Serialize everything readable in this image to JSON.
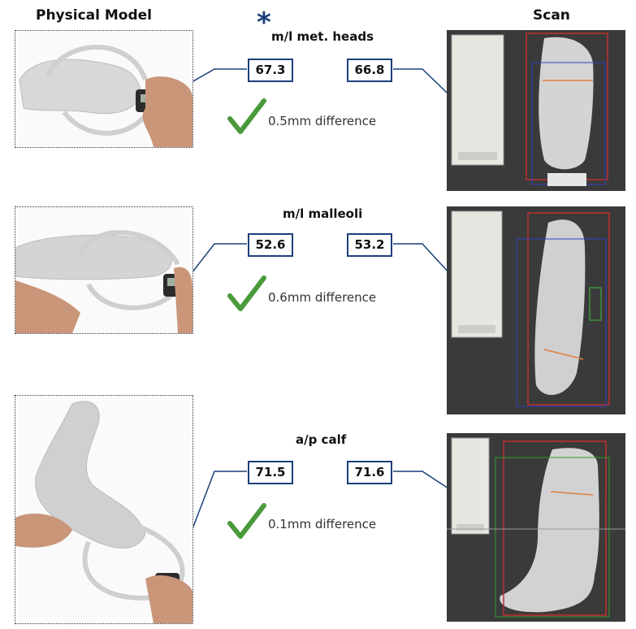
{
  "headings": {
    "physical": "Physical Model",
    "scan": "Scan"
  },
  "marker": "*",
  "rows": [
    {
      "label": "m/l met. heads",
      "physical": "67.3",
      "scan": "66.8",
      "difference": "0.5mm difference"
    },
    {
      "label": "m/l malleoli",
      "physical": "52.6",
      "scan": "53.2",
      "difference": "0.6mm difference"
    },
    {
      "label": "a/p calf",
      "physical": "71.5",
      "scan": "71.6",
      "difference": "0.1mm difference"
    }
  ],
  "colors": {
    "connector": "#1c3f7a",
    "check": "#4a9a3c",
    "scan_bg": "#3a3a3a",
    "panel": "#e8e6e1"
  },
  "icons": {
    "check": "check-icon",
    "caliper": "caliper-icon"
  }
}
